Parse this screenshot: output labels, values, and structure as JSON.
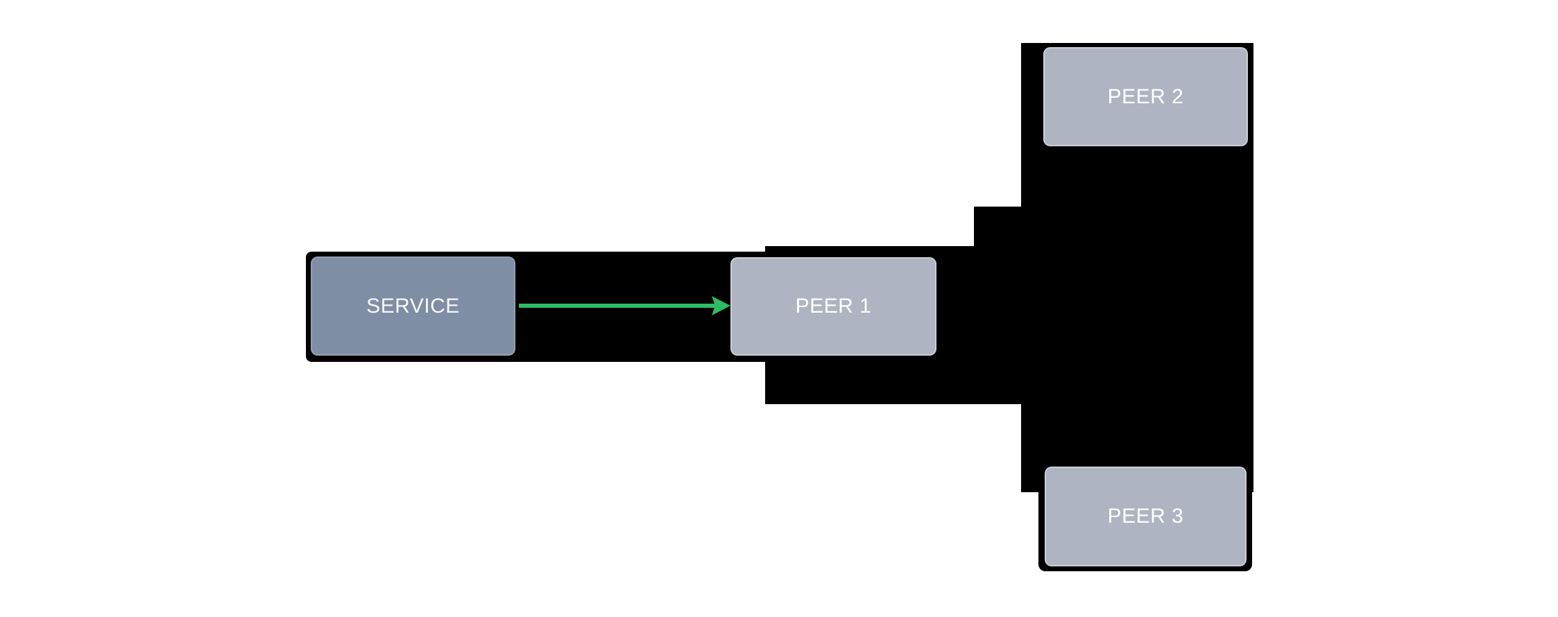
{
  "diagram": {
    "type": "network-topology",
    "background_color": "#ffffff",
    "connector_color": "#000000",
    "nodes": [
      {
        "id": "service",
        "label": "SERVICE",
        "fill": "#7f8da5",
        "text_color": "#f7f8fa"
      },
      {
        "id": "peer1",
        "label": "PEER 1",
        "fill": "#aeb4c1",
        "text_color": "#ffffff"
      },
      {
        "id": "peer2",
        "label": "PEER 2",
        "fill": "#aeb4c1",
        "text_color": "#ffffff"
      },
      {
        "id": "peer3",
        "label": "PEER 3",
        "fill": "#aeb4c1",
        "text_color": "#ffffff"
      }
    ],
    "edges": [
      {
        "from": "SERVICE",
        "to": "PEER 1",
        "style": "arrow",
        "color": "#2dbd63"
      }
    ]
  }
}
